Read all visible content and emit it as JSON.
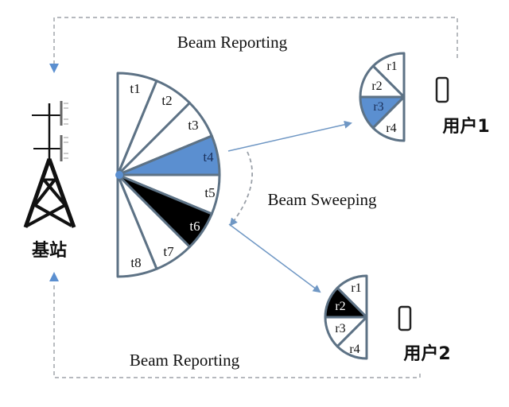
{
  "diagram": {
    "title_top": "Beam Reporting",
    "title_bottom": "Beam Reporting",
    "sweep_label": "Beam Sweeping",
    "base_station": {
      "label": "基站",
      "icon": "cell-tower-icon"
    },
    "transmitter": {
      "beams": [
        {
          "id": "t1",
          "label": "t1",
          "state": "normal"
        },
        {
          "id": "t2",
          "label": "t2",
          "state": "normal"
        },
        {
          "id": "t3",
          "label": "t3",
          "state": "normal"
        },
        {
          "id": "t4",
          "label": "t4",
          "state": "blue"
        },
        {
          "id": "t5",
          "label": "t5",
          "state": "normal"
        },
        {
          "id": "t6",
          "label": "t6",
          "state": "black"
        },
        {
          "id": "t7",
          "label": "t7",
          "state": "normal"
        },
        {
          "id": "t8",
          "label": "t8",
          "state": "normal"
        }
      ]
    },
    "users": [
      {
        "label": "用户1",
        "icon": "phone-icon",
        "beams": [
          {
            "id": "r1",
            "label": "r1",
            "state": "normal"
          },
          {
            "id": "r2",
            "label": "r2",
            "state": "normal"
          },
          {
            "id": "r3",
            "label": "r3",
            "state": "blue"
          },
          {
            "id": "r4",
            "label": "r4",
            "state": "normal"
          }
        ]
      },
      {
        "label": "用户2",
        "icon": "phone-icon",
        "beams": [
          {
            "id": "r1",
            "label": "r1",
            "state": "normal"
          },
          {
            "id": "r2",
            "label": "r2",
            "state": "black"
          },
          {
            "id": "r3",
            "label": "r3",
            "state": "normal"
          },
          {
            "id": "r4",
            "label": "r4",
            "state": "normal"
          }
        ]
      }
    ],
    "colors": {
      "outline": "#5d7285",
      "blue": "#5b8fd0",
      "black": "#000000",
      "arrow": "#6f97c4",
      "dash": "#8a8f96",
      "text": "#111111"
    }
  }
}
